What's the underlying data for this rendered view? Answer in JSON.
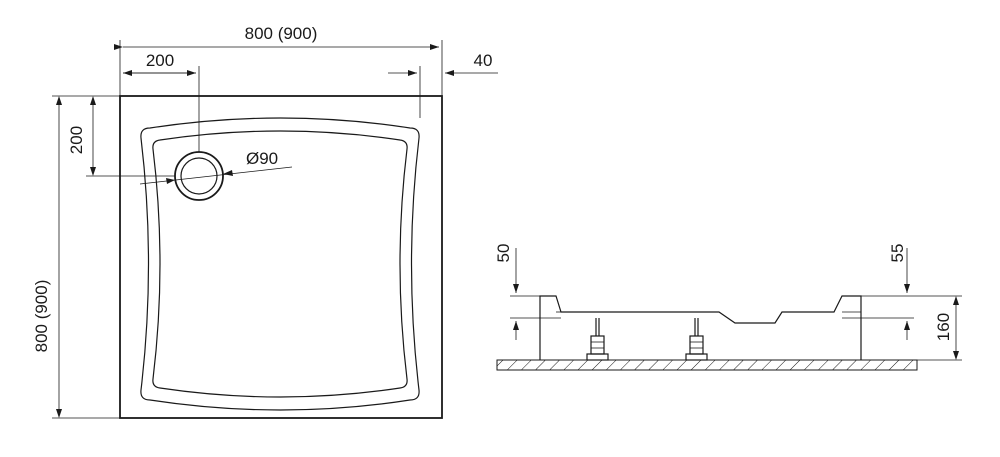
{
  "top_view": {
    "overall_width": "800 (900)",
    "overall_height": "800 (900)",
    "drain_offset_x": "200",
    "drain_offset_y": "200",
    "drain_diameter": "Ø90",
    "rim_width": "40"
  },
  "side_view": {
    "rim_height_left": "50",
    "rim_height_right": "55",
    "total_height": "160"
  },
  "colors": {
    "line": "#1a1a1a",
    "background": "#ffffff"
  }
}
